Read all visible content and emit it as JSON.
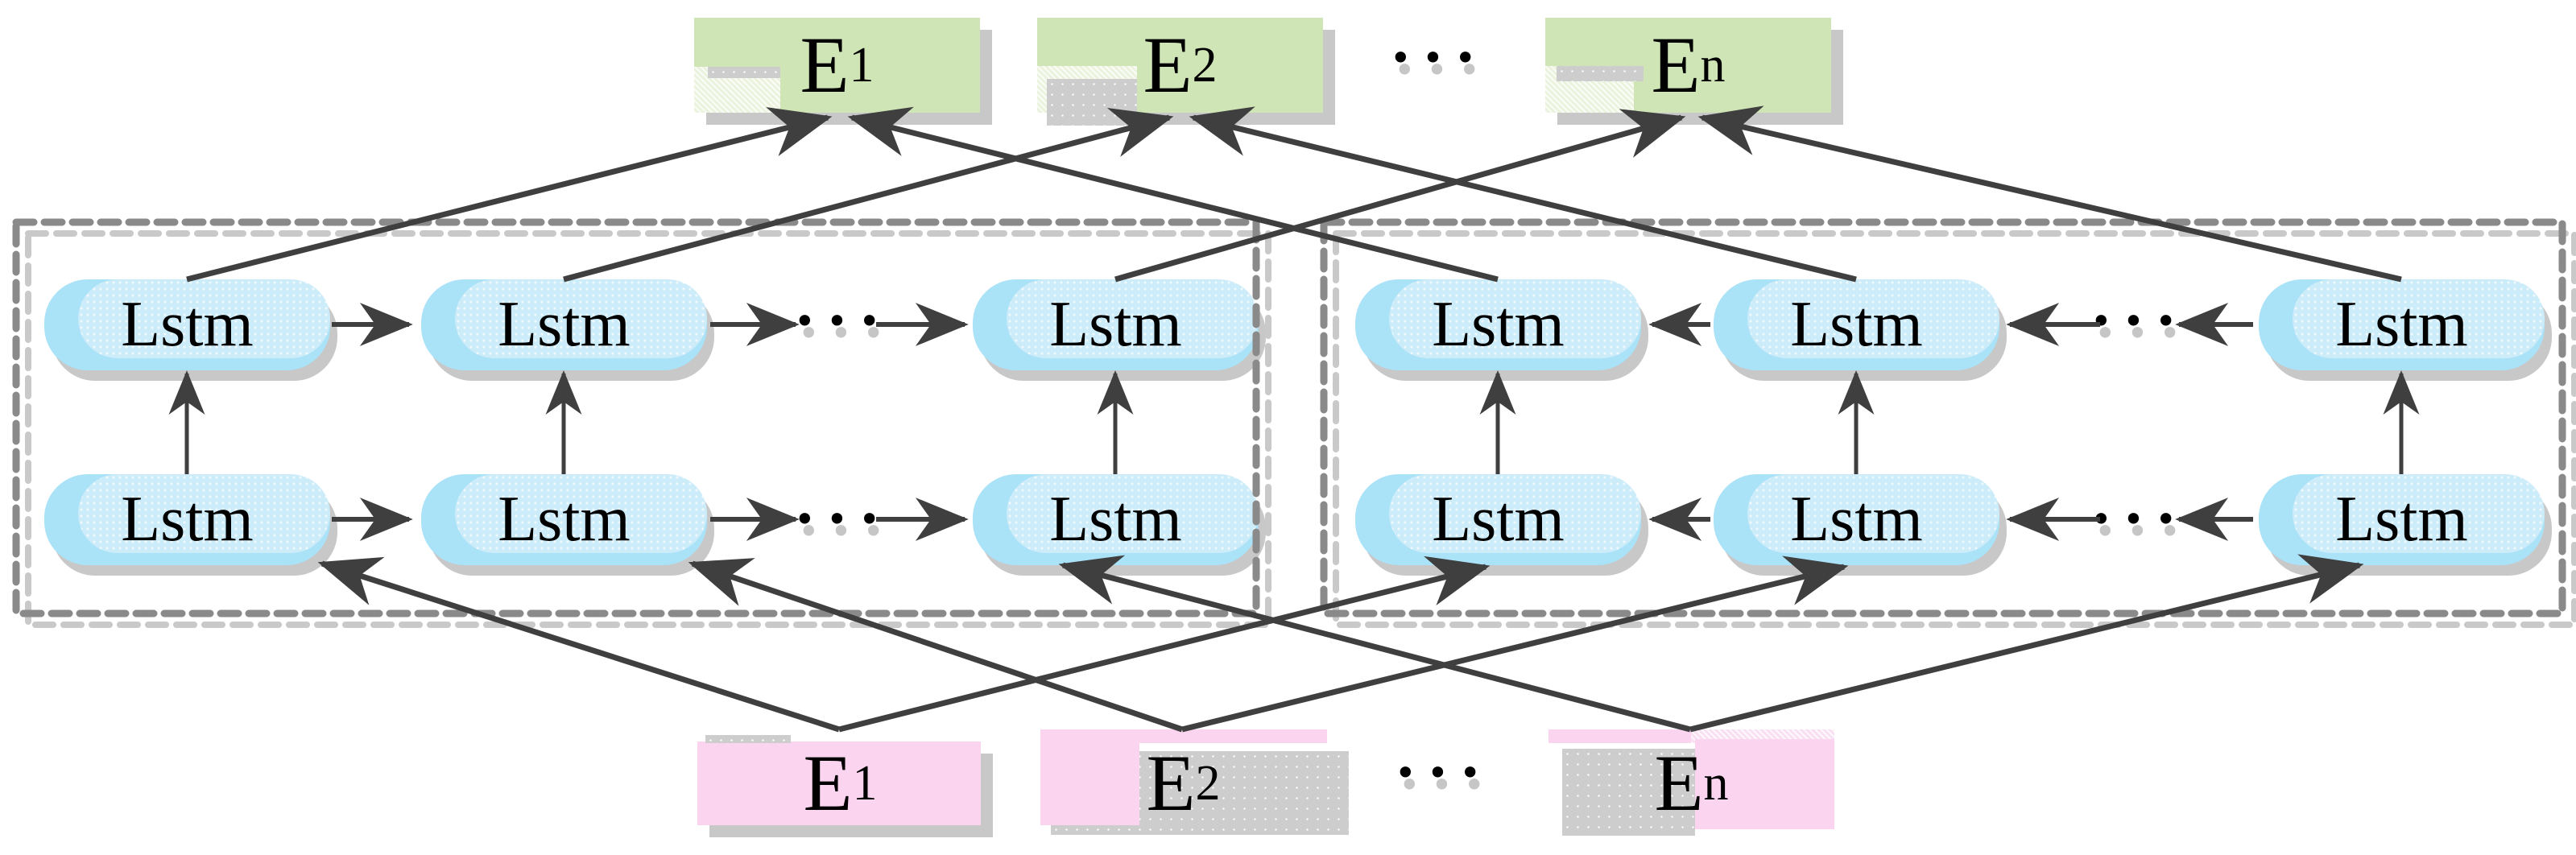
{
  "nodes": {
    "lstm_label": "Lstm",
    "ellipsis": "•••"
  },
  "output_embeddings": [
    {
      "base": "E",
      "sub": "1"
    },
    {
      "base": "E",
      "sub": "2"
    },
    {
      "base": "E",
      "sub": "n"
    }
  ],
  "input_embeddings": [
    {
      "base": "E",
      "sub": "1"
    },
    {
      "base": "E",
      "sub": "2"
    },
    {
      "base": "E",
      "sub": "n"
    }
  ],
  "colors": {
    "output_box": "#cfe5b6",
    "input_box": "#fbd5f0",
    "lstm_node": "#aae2f8",
    "shadow": "#c8c8c8",
    "connector": "#3f3f3f",
    "dashed_border": "#8a8a8a",
    "dashed_border_echo": "#c9c9c9"
  }
}
